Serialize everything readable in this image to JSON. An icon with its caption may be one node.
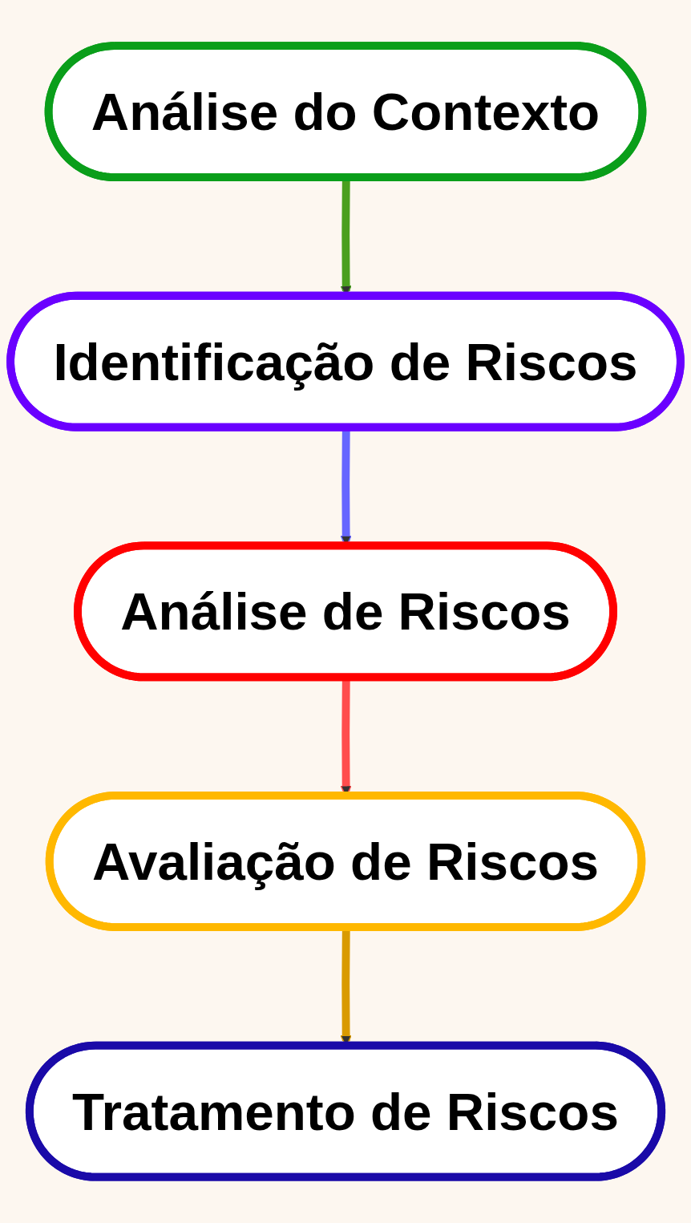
{
  "diagram": {
    "nodes": [
      {
        "text": [
          "Análise do Contexto"
        ]
      },
      {
        "text": [
          "Identificação de Riscos"
        ]
      },
      {
        "text": [
          "Análise de Riscos"
        ]
      },
      {
        "text": [
          "Avaliação de Riscos"
        ]
      },
      {
        "text": [
          "Tratamento de Riscos"
        ]
      }
    ],
    "edges": [
      {
        "from": 0,
        "to": 1,
        "arrow": "to",
        "color": "#4a9f1f"
      },
      {
        "from": 1,
        "to": 2,
        "arrow": "to",
        "color": "#6666ff"
      },
      {
        "from": 2,
        "to": 3,
        "arrow": "to",
        "color": "#ff4d4d"
      },
      {
        "from": 3,
        "to": 4,
        "arrow": "to",
        "color": "#d99a00"
      }
    ]
  }
}
